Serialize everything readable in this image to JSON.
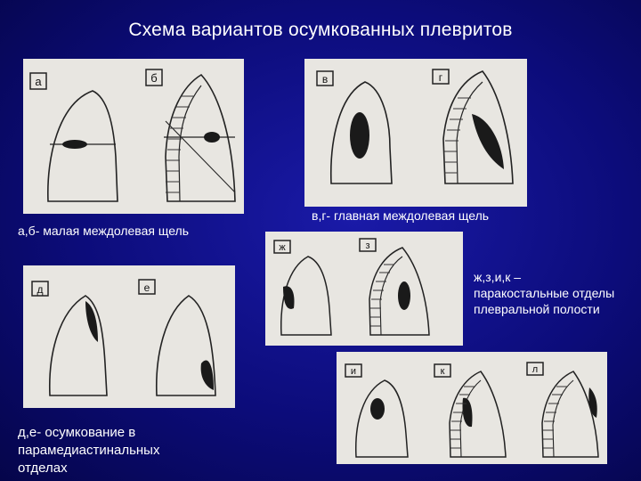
{
  "title": "Схема вариантов осумкованных плевритов",
  "panels": {
    "p1": {
      "labels": [
        "а",
        "б"
      ]
    },
    "p2": {
      "labels": [
        "в",
        "г"
      ]
    },
    "p3": {
      "labels": [
        "ж",
        "з"
      ]
    },
    "p4": {
      "labels": [
        "д",
        "е"
      ]
    },
    "p5": {
      "labels": [
        "и",
        "к",
        "л"
      ]
    }
  },
  "captions": {
    "ab": "а,б- малая междолевая щель",
    "vg": "в,г- главная междолевая щель",
    "zhzik": [
      "ж,з,и,к –",
      "паракостальные отделы",
      "плевральной полости"
    ],
    "de": [
      "д,е- осумкование в",
      "парамедиастинальных",
      "отделах"
    ]
  }
}
